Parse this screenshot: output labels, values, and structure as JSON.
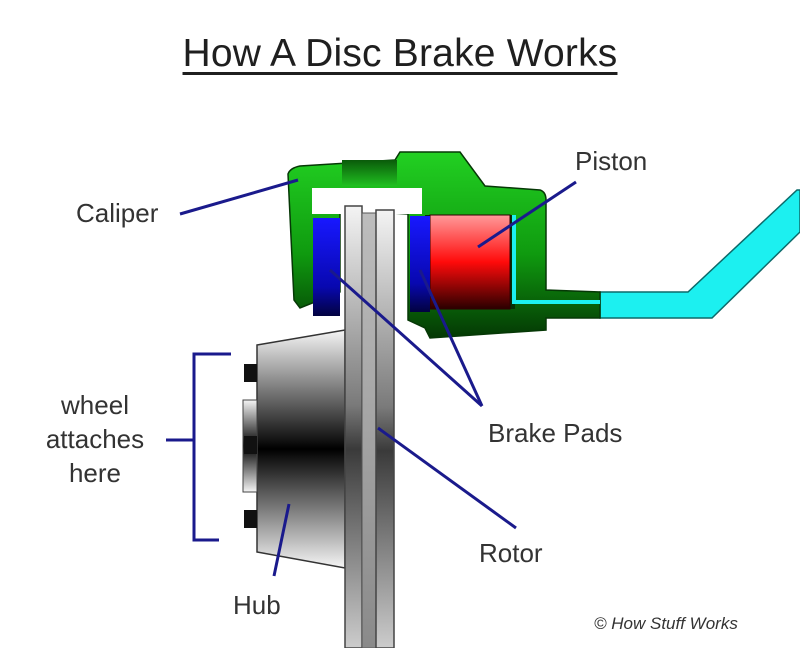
{
  "title": "How A Disc Brake Works",
  "labels": {
    "caliper": "Caliper",
    "piston": "Piston",
    "wheel_line1": "wheel",
    "wheel_line2": "attaches",
    "wheel_line3": "here",
    "brake_pads": "Brake Pads",
    "rotor": "Rotor",
    "hub": "Hub"
  },
  "credit": "© How Stuff Works",
  "colors": {
    "caliper": "#12b812",
    "pad": "#0a0ad0",
    "piston": "#ff1010",
    "hydraulic_line": "#1cf0f0",
    "leader_line": "#1a1a8c"
  }
}
